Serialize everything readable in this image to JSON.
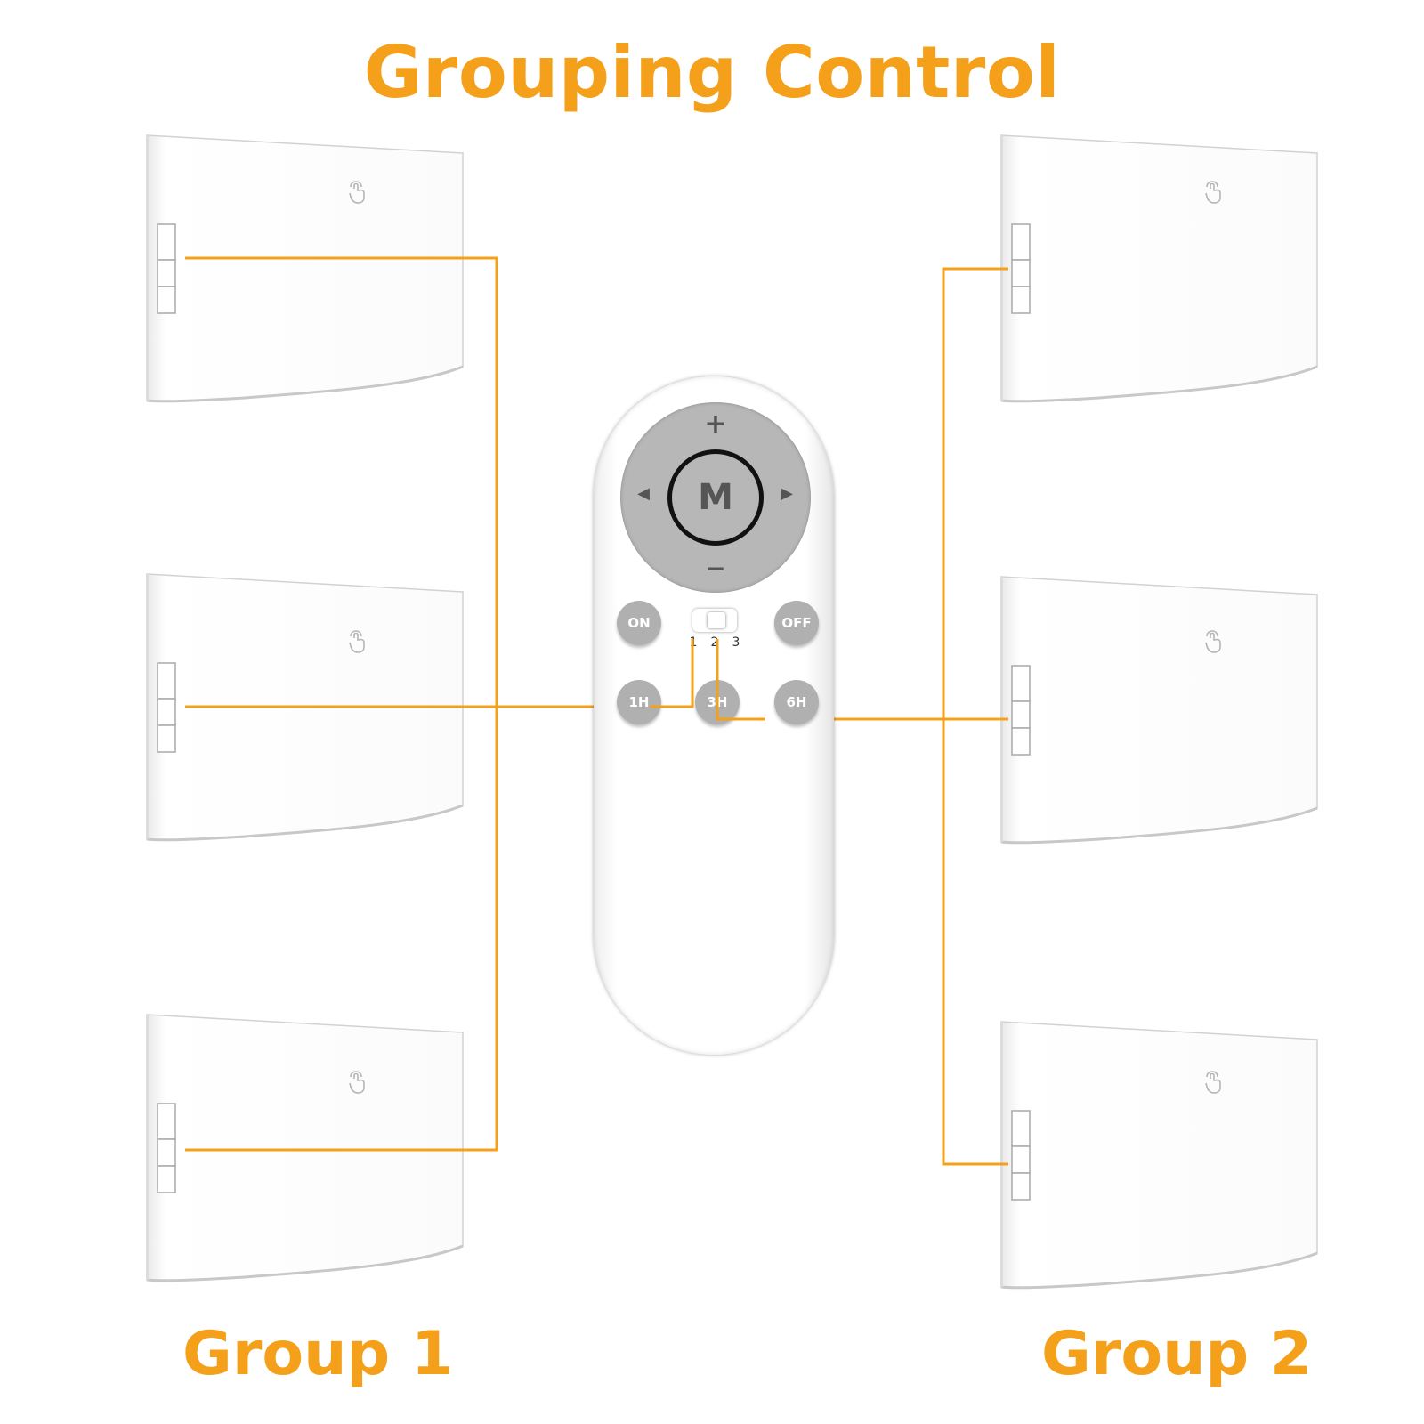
{
  "title": "Grouping Control",
  "groups": [
    {
      "label": "Group 1"
    },
    {
      "label": "Group 2"
    }
  ],
  "remote": {
    "center_label": "M",
    "plus_label": "+",
    "minus_label": "−",
    "left_label": "◀",
    "right_label": "▶",
    "buttons": {
      "on": "ON",
      "off": "OFF",
      "h1": "1H",
      "h3": "3H",
      "h6": "6H"
    },
    "channels": [
      "1",
      "2",
      "3"
    ]
  },
  "colors": {
    "accent": "#f5a01a",
    "button_gray": "#b0b0b0",
    "lamp_body": "#ffffff"
  },
  "icons": {
    "lamp_touch": "touch-hand-icon"
  }
}
